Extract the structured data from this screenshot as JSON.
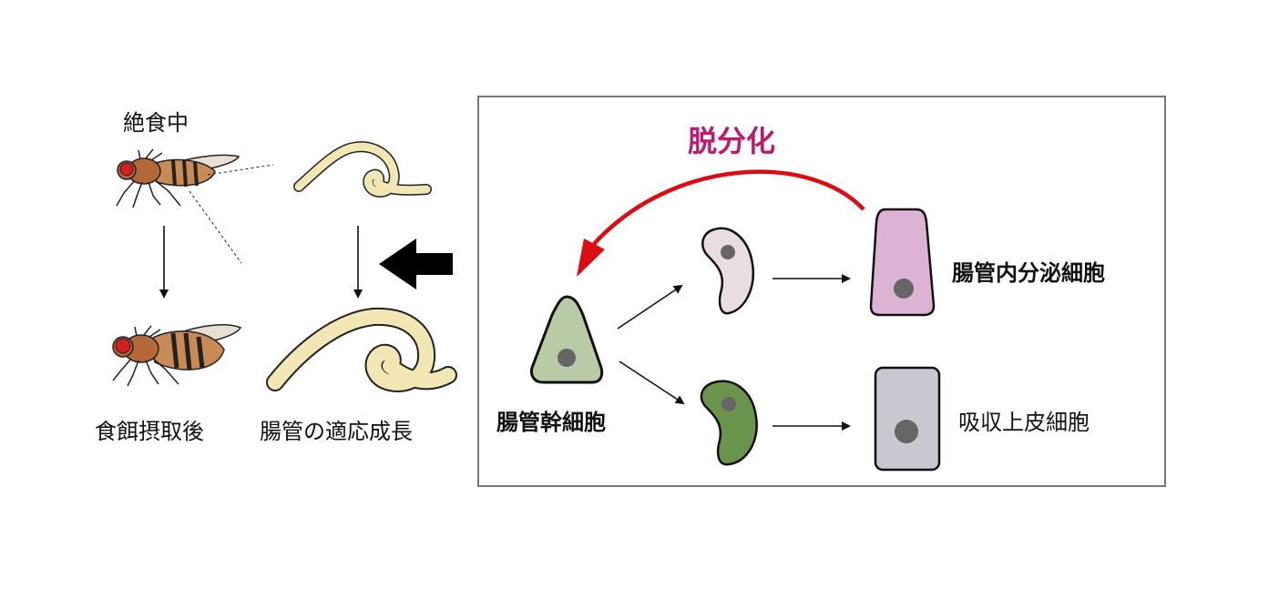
{
  "left_panel": {
    "fasting_label": "絶食中",
    "fed_label": "食餌摂取後",
    "gut_growth_label": "腸管の適応成長"
  },
  "right_panel": {
    "dediff_label": "脱分化",
    "stem_cell_label": "腸管幹細胞",
    "ee_cell_label": "腸管内分泌細胞",
    "ec_cell_label": "吸収上皮細胞"
  },
  "colors": {
    "dediff_text": "#c0186c",
    "dediff_arrow": "#dd0b12",
    "stem_cell": "#b9cba6",
    "ee_progenitor": "#e9dde3",
    "ee_cell": "#dcb3d4",
    "ec_progenitor": "#6a944c",
    "ec_cell": "#c9c8d1",
    "nucleus": "#666666",
    "gut": "#f1e6b4",
    "fly_body": "#b4683a",
    "fly_eye": "#d21f1f"
  }
}
